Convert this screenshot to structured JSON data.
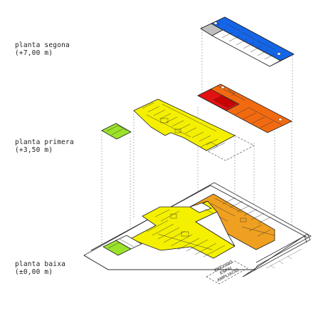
{
  "levels": {
    "segona": {
      "name": "planta segona",
      "elevation": "(+7,00 m)"
    },
    "primera": {
      "name": "planta primera",
      "elevation": "(+3,50 m)"
    },
    "baixa": {
      "name": "planta baixa",
      "elevation": "(±0,00 m)"
    }
  },
  "annotation": {
    "line1": "PREVISIÓ",
    "line2": "ESPAI",
    "line3": "AMPLIACIÓ"
  },
  "colors": {
    "yellow": "#f4f000",
    "lime": "#9be22a",
    "orange": "#f0a020",
    "orange_bright": "#f26a10",
    "red": "#e31212",
    "blue": "#1565e8",
    "grey": "#bfbfbf"
  }
}
